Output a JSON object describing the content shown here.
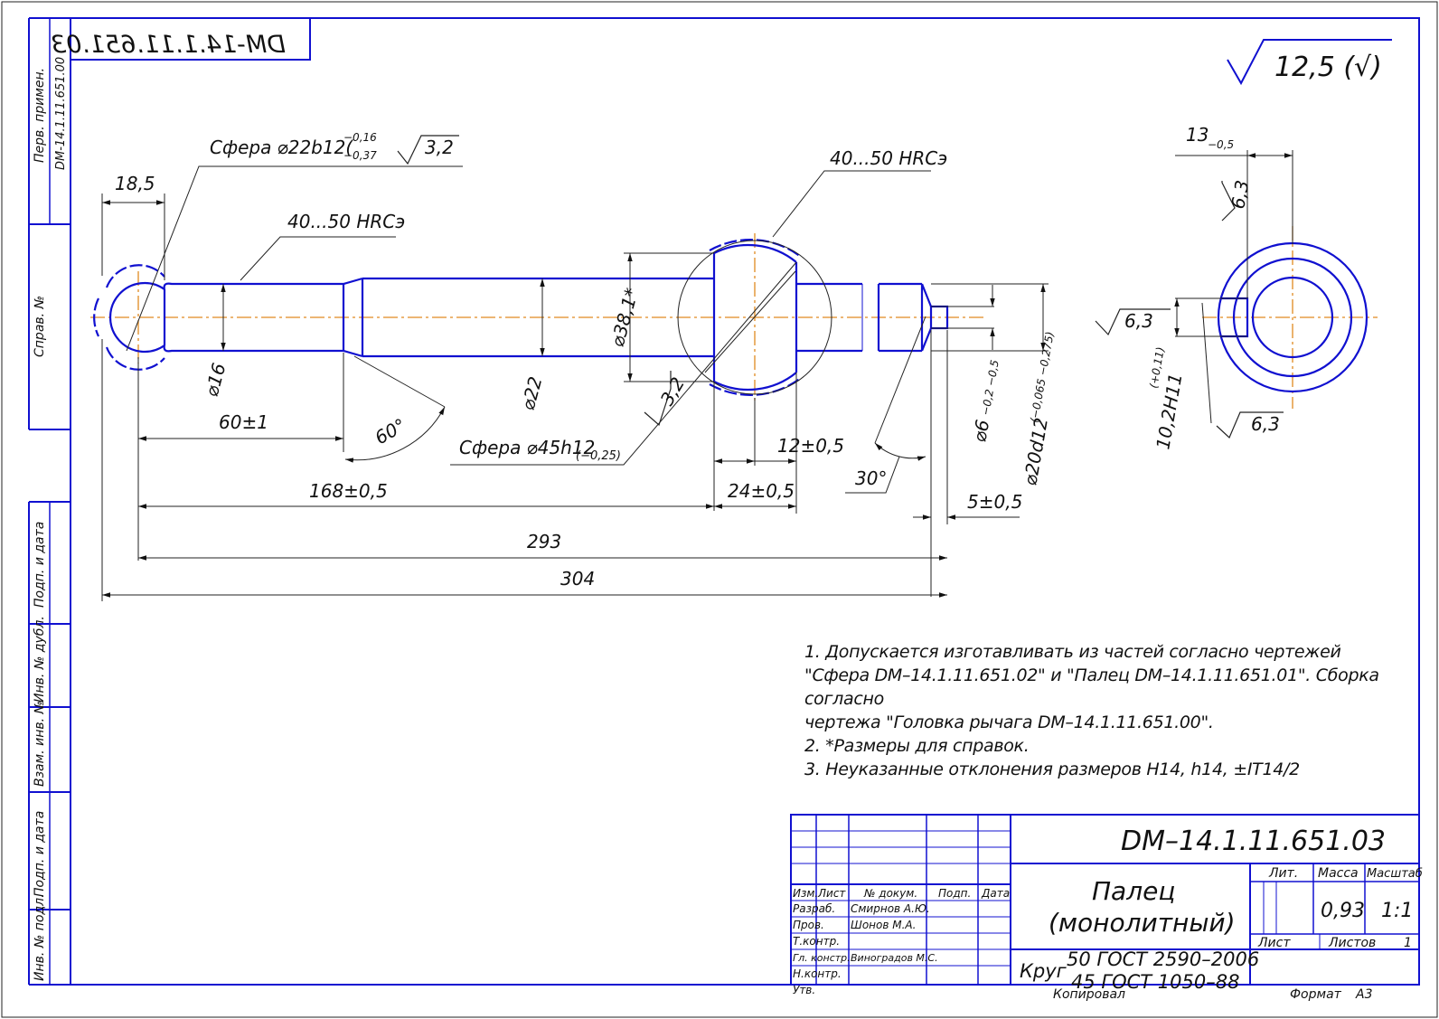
{
  "document": {
    "designation": "DM–14.1.11.651.03",
    "designation_mirrored": "DM-14.1.11.651.03",
    "name_line1": "Палец",
    "name_line2": "(монолитный)",
    "material_prefix": "Круг",
    "material_line1": "50 ГОСТ 2590–2006",
    "material_line2": "45 ГОСТ 1050–88",
    "roughness_general": "12,5 (√)",
    "copied": "Копировал",
    "format_label": "Формат",
    "format_value": "А3"
  },
  "side_stamp": {
    "perv_primen": "Перв. примен.",
    "perv_primen_value": "DM-14.1.11.651.00",
    "sprav_no": "Справ. №",
    "podp_data_1": "Подп. и дата",
    "inv_dubl": "Инв. № дубл.",
    "vzam_inv": "Взам. инв. №",
    "podp_data_2": "Подп. и дата",
    "inv_podl": "Инв. № подл."
  },
  "title_block": {
    "col_izm": "Изм.",
    "col_list": "Лист",
    "col_no_dokum": "№ докум.",
    "col_podp": "Подп.",
    "col_data": "Дата",
    "razrab_label": "Разраб.",
    "razrab_name": "Смирнов А.Ю.",
    "prov_label": "Пров.",
    "prov_name": "Шонов М.А.",
    "tkontr_label": "Т.контр.",
    "glkonstr_label": "Гл. констр.",
    "glkonstr_name": "Виноградов М.С.",
    "nkontr_label": "Н.контр.",
    "utv_label": "Утв.",
    "lit_label": "Лит.",
    "massa_label": "Масса",
    "masshtab_label": "Масштаб",
    "massa_value": "0,93",
    "masshtab_value": "1:1",
    "list_label": "Лист",
    "listov_label": "Листов",
    "listov_value": "1"
  },
  "dimensions": {
    "d18_5": "18,5",
    "sphere22": "Сфера ⌀22b12(",
    "sphere22_tol_upper": "−0,16",
    "sphere22_tol_lower": "−0,37",
    "rough32_a": "3,2",
    "hrc_left": "40...50 HRCэ",
    "hrc_right": "40...50 HRCэ",
    "d16": "⌀16",
    "d22": "⌀22",
    "d38": "⌀38,1*",
    "rough32_b": "3,2",
    "sphere45": "Сфера ⌀45h12",
    "sphere45_tol": "(−0,25)",
    "d60": "60±1",
    "angle60": "60°",
    "d168": "168±0,5",
    "d24": "24±0,5",
    "d12": "12±0,5",
    "angle30": "30°",
    "d6": "⌀6",
    "d6_tol": "−0,2  −0,5",
    "d20": "⌀20d12",
    "d20_tol": "(−0,065  −0,275)",
    "d5": "5±0,5",
    "d293": "293",
    "d304": "304",
    "d13": "13",
    "d13_tol": "−0,5",
    "rough63_a": "6,3",
    "rough63_b": "6,3",
    "rough63_c": "6,3",
    "hole": "10,2H11",
    "hole_tol": "(+0,11)"
  },
  "notes": [
    "1. Допускается изготавливать из частей согласно чертежей",
    "\"Сфера DM–14.1.11.651.02\" и \"Палец DM–14.1.11.651.01\". Сборка согласно",
    "чертежа \"Головка рычага DM–14.1.11.651.00\".",
    "2.  *Размеры для справок.",
    "3.  Неуказанные отклонения размеров H14, h14, ±IT14/2"
  ],
  "colors": {
    "line": "#1010d0",
    "axis": "#e08a20",
    "text": "#111111",
    "frame": "#1010d0"
  }
}
